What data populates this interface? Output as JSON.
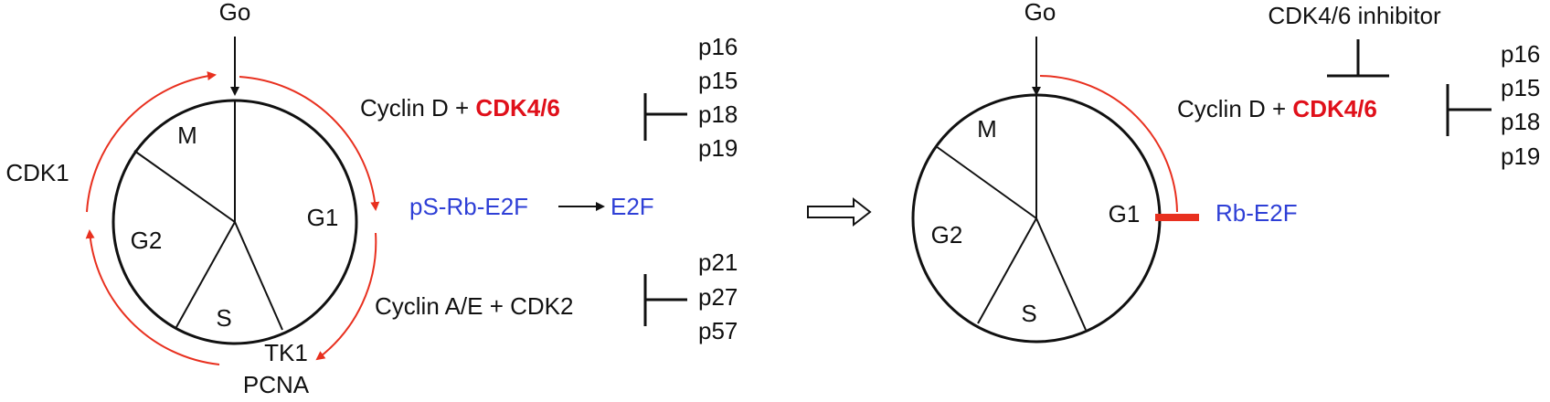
{
  "colors": {
    "red_accent": "#e8301f",
    "blue_text": "#2e3fd6",
    "red_text": "#e0101a",
    "black": "#111111"
  },
  "left": {
    "go": "Go",
    "phases": {
      "m": "M",
      "g1": "G1",
      "g2": "G2",
      "s": "S"
    },
    "cdk1": "CDK1",
    "cyclin_d": "Cyclin D + ",
    "cdk46": "CDK4/6",
    "p_group1": [
      "p16",
      "p15",
      "p18",
      "p19"
    ],
    "ps_rb_e2f": "pS-Rb-E2F",
    "e2f": "E2F",
    "cyclin_ae": "Cyclin A/E + CDK2",
    "p_group2": [
      "p21",
      "p27",
      "p57"
    ],
    "tk1": "TK1",
    "pcna": "PCNA"
  },
  "right": {
    "go": "Go",
    "phases": {
      "m": "M",
      "g1": "G1",
      "g2": "G2",
      "s": "S"
    },
    "inhibitor": "CDK4/6 inhibitor",
    "cyclin_d": "Cyclin D + ",
    "cdk46": "CDK4/6",
    "p_group": [
      "p16",
      "p15",
      "p18",
      "p19"
    ],
    "rb_e2f": "Rb-E2F"
  }
}
